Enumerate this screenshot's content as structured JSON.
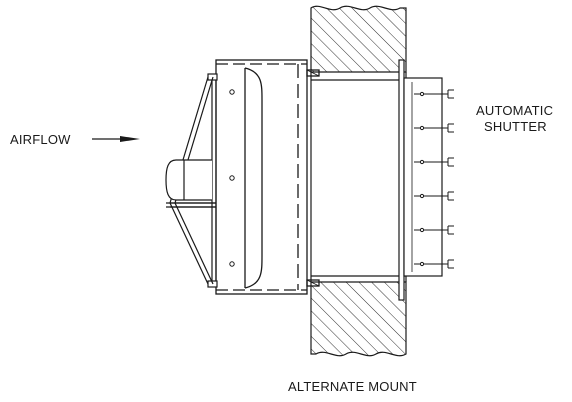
{
  "labels": {
    "airflow": "AIRFLOW",
    "shutter_line1": "AUTOMATIC",
    "shutter_line2": "SHUTTER",
    "caption": "ALTERNATE MOUNT"
  },
  "colors": {
    "ink": "#1a1a1a",
    "background": "#ffffff"
  },
  "icons": {
    "airflow_arrow": "right-arrow-icon"
  }
}
